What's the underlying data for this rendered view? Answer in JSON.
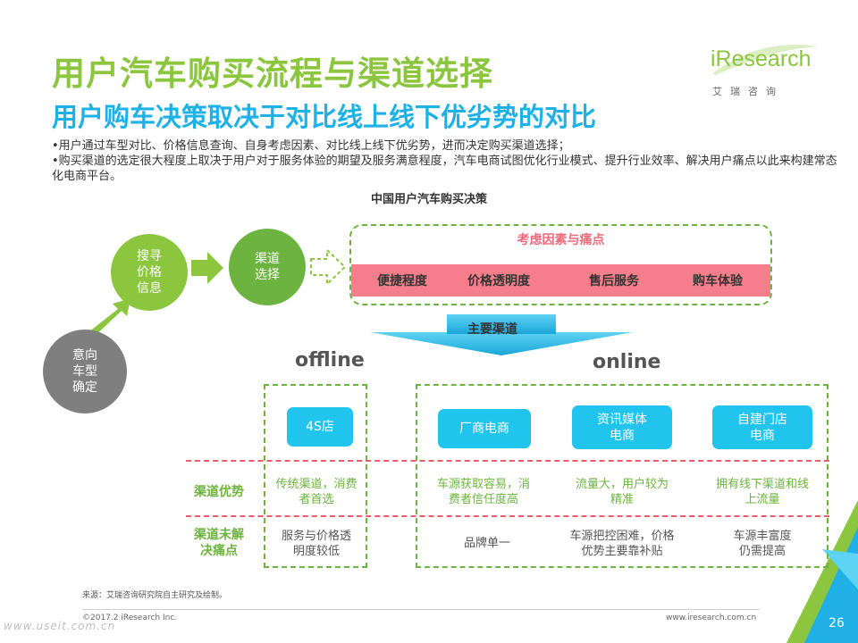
{
  "header": {
    "title": "用户汽车购买流程与渠道选择",
    "subtitle": "用户购车决策取决于对比线上线下优劣势的对比"
  },
  "logo": {
    "word": "iResearch",
    "sub": "艾瑞咨询"
  },
  "bullets": [
    "•用户通过车型对比、价格信息查询、自身考虑因素、对比线上线下优劣势，进而决定购买渠道选择；",
    "•购买渠道的选定很大程度上取决于用户对于服务体验的期望及服务满意程度，汽车电商试图优化行业模式、提升行业效率、解决用户痛点以此来构建常态化电商平台。"
  ],
  "diagram": {
    "title": "中国用户汽车购买决策",
    "steps": [
      "意向\n车型\n确定",
      "搜寻\n价格\n信息",
      "渠道\n选择"
    ],
    "factors_title": "考虑因素与痛点",
    "factors": [
      "便捷程度",
      "价格透明度",
      "售后服务",
      "购车体验"
    ],
    "main_channel": "主要渠道",
    "offline_label": "offline",
    "online_label": "online",
    "channels": [
      "4S店",
      "厂商电商",
      "资讯媒体\n电商",
      "自建门店\n电商"
    ],
    "row_labels": [
      "渠道优势",
      "渠道未解\n决痛点"
    ],
    "advantages": [
      "传统渠道，消费\n者首选",
      "车源获取容易，消\n费者信任度高",
      "流量大，用户较为\n精准",
      "拥有线下渠道和线\n上流量"
    ],
    "pain_points": [
      "服务与价格透\n明度较低",
      "品牌单一",
      "车源把控困难，价格\n优势主要靠补贴",
      "车源丰富度\n仍需提高"
    ]
  },
  "footer": {
    "source": "来源：艾瑞咨询研究院自主研究及绘制。",
    "copyright": "©2017.2 iResearch Inc.",
    "website": "www.iresearch.com.cn",
    "page": "26",
    "watermark": "www.useit.com.cn"
  },
  "colors": {
    "green": "#8cc63f",
    "blue_title": "#1fb1e6",
    "cyan_box": "#20c4ec",
    "pink": "#f47f8a",
    "grey": "#7f7f7f"
  }
}
